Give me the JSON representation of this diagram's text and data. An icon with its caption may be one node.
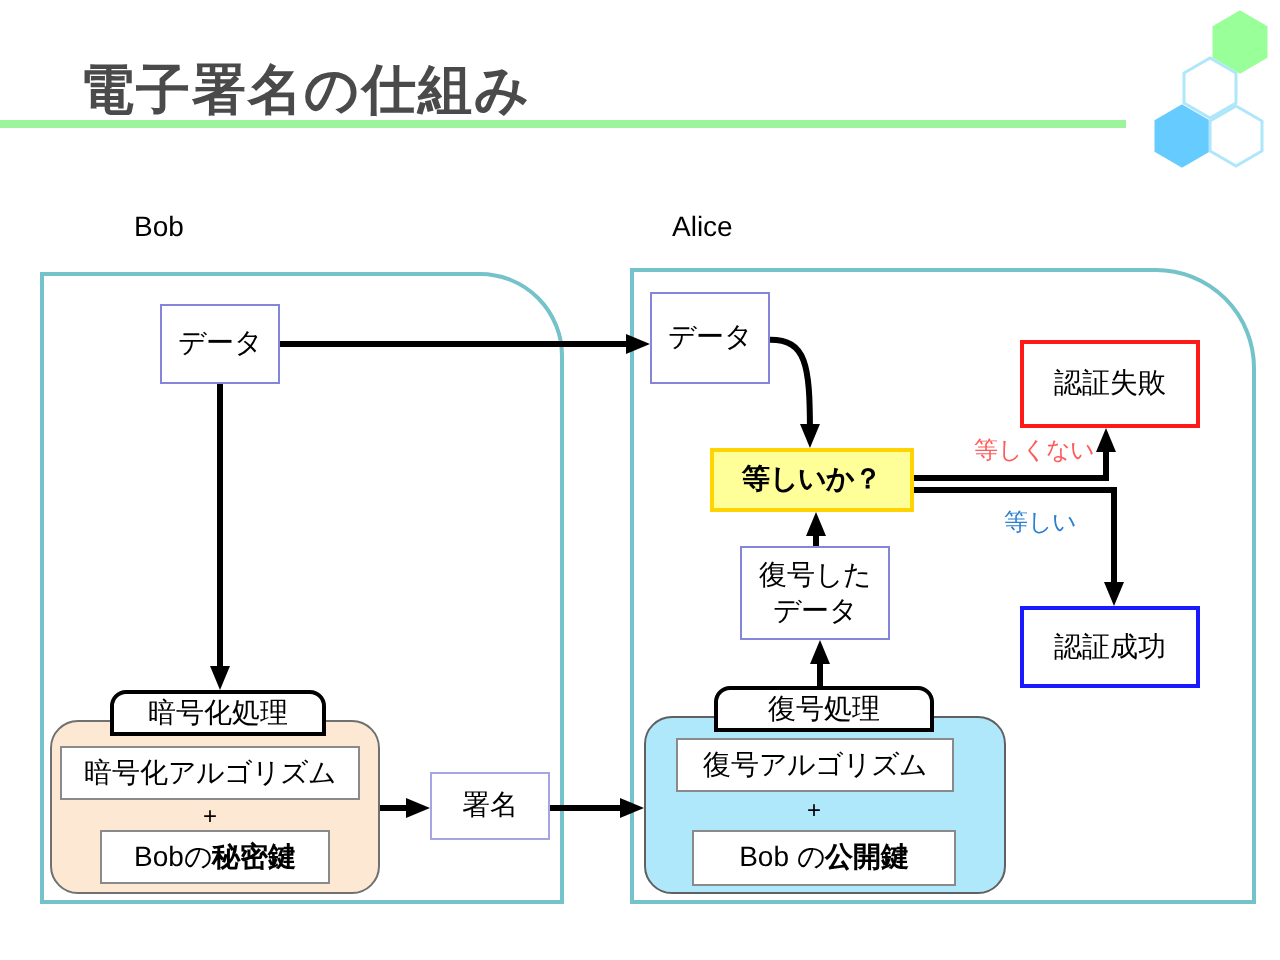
{
  "diagram": {
    "title": "電子署名の仕組み",
    "nodes": [
      {
        "text": [
          "Bob"
        ]
      },
      {
        "text": [
          "データ"
        ],
        "in": 0
      },
      {
        "text": [
          "暗号化処理",
          "+"
        ],
        "in": 0
      },
      {
        "text": [
          "暗号化アルゴリズム"
        ],
        "in": 2
      },
      {
        "text": [
          "Bobの**秘密鍵**"
        ],
        "in": 2
      },
      {
        "text": [
          "署名"
        ],
        "in": 0
      },
      {
        "text": [
          "Alice"
        ]
      },
      {
        "text": [
          "データ"
        ],
        "in": 6
      },
      {
        "text": [
          "認証失敗"
        ],
        "in": 6
      },
      {
        "text": [
          "等しいか？"
        ],
        "in": 6
      },
      {
        "text": [
          "復号したデータ"
        ],
        "in": 6
      },
      {
        "text": [
          "認証成功"
        ],
        "in": 6
      },
      {
        "text": [
          "復号処理",
          "+"
        ],
        "in": 6
      },
      {
        "text": [
          "復号アルゴリズム"
        ],
        "in": 12
      },
      {
        "text": [
          "Bob の**公開鍵**"
        ],
        "in": 12
      }
    ],
    "edges": [
      {
        "from": 1,
        "to": 2,
        "arrow": "to"
      },
      {
        "from": 1,
        "to": 7,
        "arrow": "to"
      },
      {
        "from": 2,
        "to": 5,
        "arrow": "to"
      },
      {
        "from": 5,
        "to": 12,
        "arrow": "to"
      },
      {
        "from": 7,
        "to": 9,
        "arrow": "to"
      },
      {
        "from": 12,
        "to": 10,
        "arrow": "to"
      },
      {
        "from": 10,
        "to": 9,
        "arrow": "to"
      },
      {
        "from": 9,
        "to": 8,
        "arrow": "to",
        "label": "等しくない"
      },
      {
        "from": 9,
        "to": 11,
        "arrow": "to",
        "label": "等しい"
      }
    ]
  }
}
